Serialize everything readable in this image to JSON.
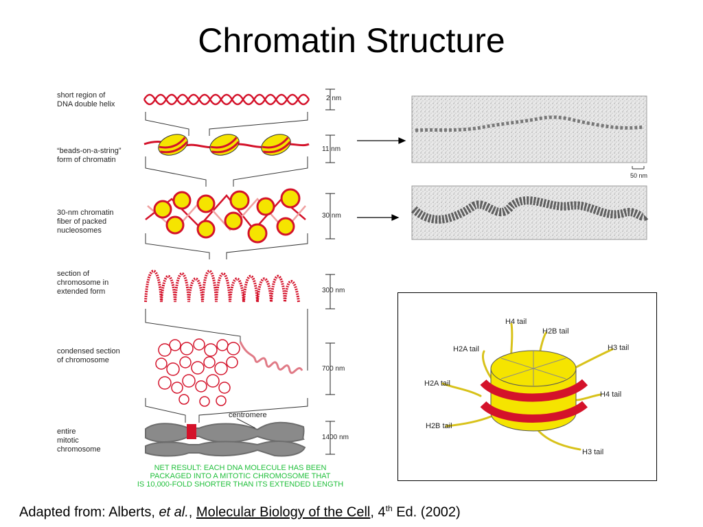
{
  "slide": {
    "title": "Chromatin Structure"
  },
  "levels": [
    {
      "label": "short region of\nDNA double helix",
      "scale": "2 nm"
    },
    {
      "label": "“beads-on-a-string”\nform of chromatin",
      "scale": "11 nm"
    },
    {
      "label": "30-nm chromatin\nfiber of packed\nnucleosomes",
      "scale": "30 nm"
    },
    {
      "label": "section of\nchromosome in\nextended form",
      "scale": "300 nm"
    },
    {
      "label": "condensed section\nof chromosome",
      "scale": "700 nm"
    },
    {
      "label": "entire\nmitotic\nchromosome",
      "scale": "1400 nm"
    }
  ],
  "centromere_label": "centromere",
  "net_result": "NET RESULT: EACH DNA MOLECULE HAS BEEN\nPACKAGED INTO A MITOTIC CHROMOSOME THAT\nIS 10,000-FOLD SHORTER THAN ITS EXTENDED LENGTH",
  "micrograph": {
    "scale_bar": "50 nm"
  },
  "nucleosome": {
    "tails": {
      "h4_top": "H4 tail",
      "h2b_top": "H2B tail",
      "h2a_top": "H2A tail",
      "h3_right": "H3 tail",
      "h2a_left": "H2A tail",
      "h4_right": "H4 tail",
      "h2b_left": "H2B tail",
      "h3_bottom": "H3 tail"
    }
  },
  "caption": {
    "prefix": "Adapted from: Alberts, ",
    "etal": "et al.",
    "sep": ", ",
    "book": "Molecular Biology of the Cell",
    "edition_prefix": ", 4",
    "edition_sup": "th",
    "edition_suffix": " Ed. (2002)"
  },
  "colors": {
    "dna_red": "#d4122a",
    "histone_yellow": "#f5e400",
    "chromosome_grey": "#8a8a8a",
    "net_result_green": "#1fbf3a"
  }
}
